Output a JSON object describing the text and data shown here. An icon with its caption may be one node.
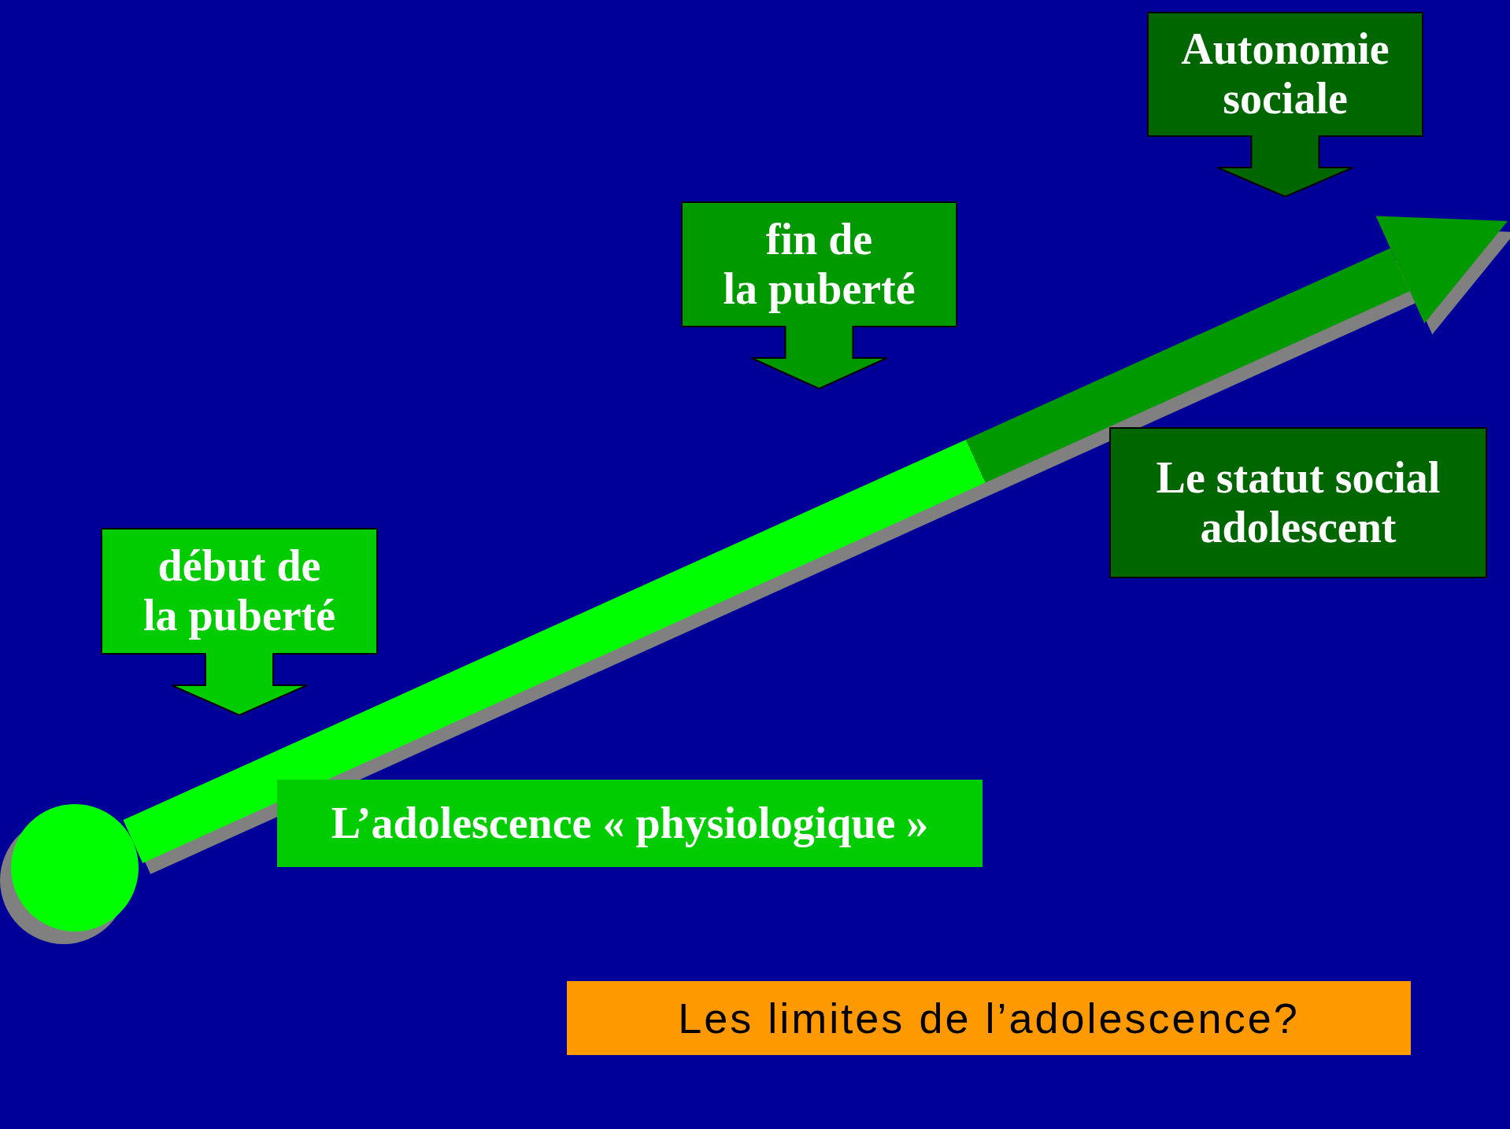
{
  "diagram": {
    "nodes": [
      {
        "text": [
          "Autonomie sociale"
        ]
      },
      {
        "text": [
          "fin de la puberté"
        ]
      },
      {
        "text": [
          "Le statut social adolescent"
        ]
      },
      {
        "text": [
          "début de la puberté"
        ]
      },
      {
        "text": [],
        "shape": "circle"
      },
      {
        "text": [
          "L’adolescence « physiologique »"
        ]
      },
      {
        "text": [
          "Les limites de l’adolescence?"
        ]
      }
    ],
    "edges": [
      {
        "from": 4,
        "to": 0,
        "arrow": "to"
      }
    ]
  }
}
